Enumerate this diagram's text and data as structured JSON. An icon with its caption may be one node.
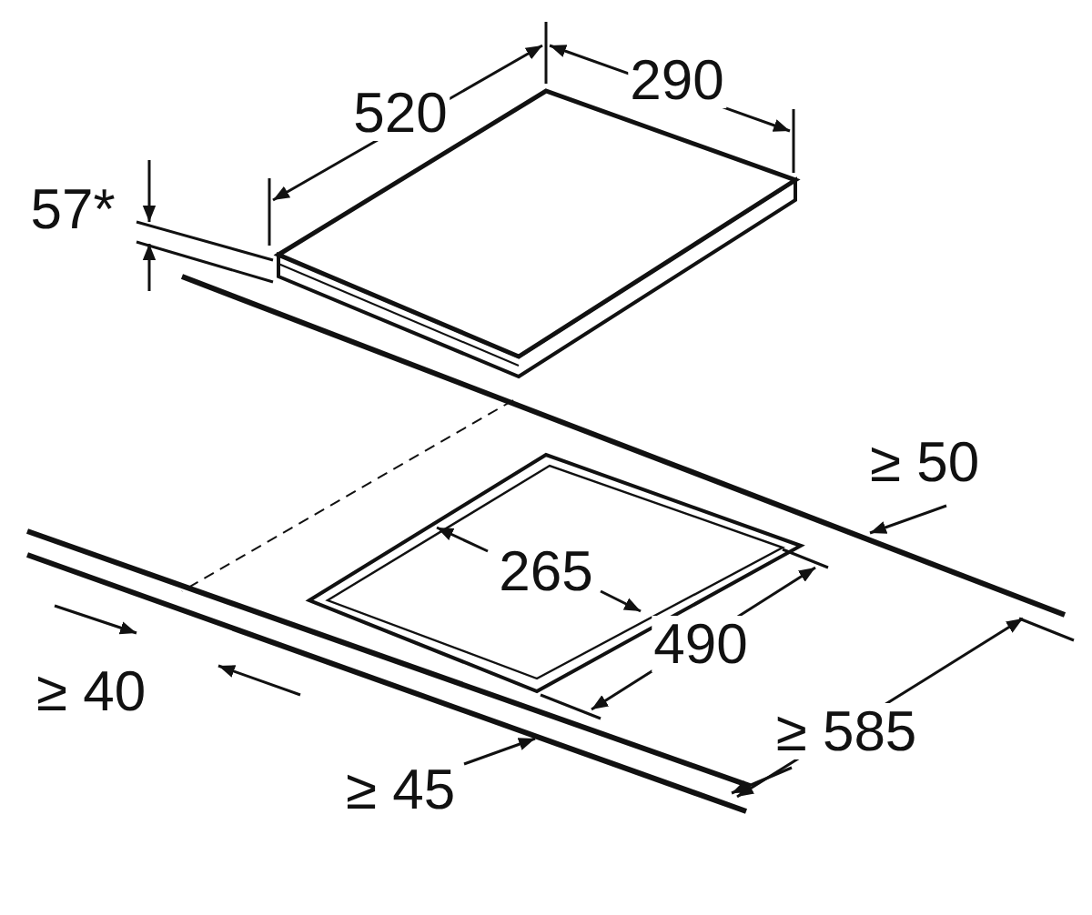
{
  "diagram": {
    "labels": [
      "520",
      "290",
      "57*",
      "≥ 50",
      "265",
      "490",
      "≥ 40",
      "≥ 585",
      "≥ 45"
    ]
  }
}
